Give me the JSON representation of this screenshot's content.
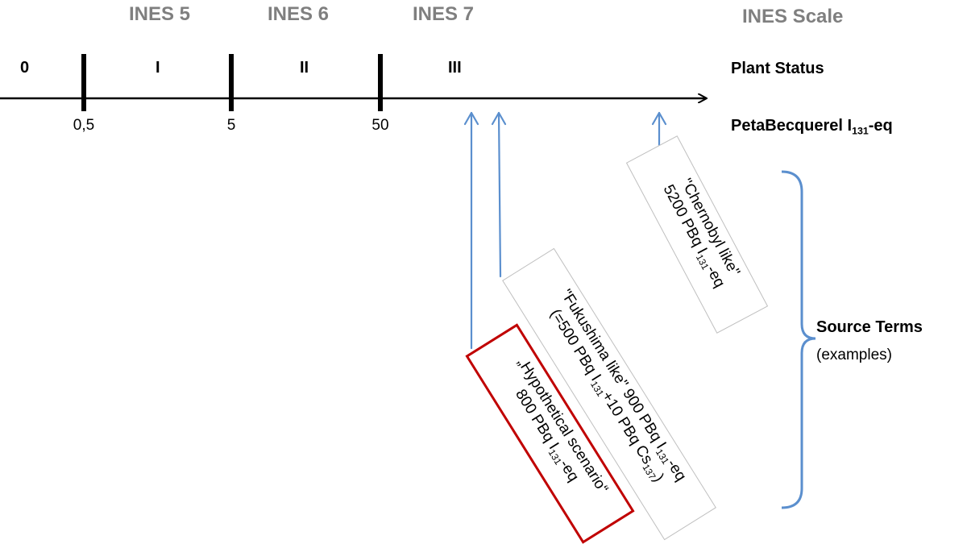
{
  "title": "INES Scale",
  "ines_levels": [
    "INES 5",
    "INES 6",
    "INES 7"
  ],
  "plant_status": {
    "label": "Plant Status",
    "values": [
      "0",
      "I",
      "II",
      "III"
    ]
  },
  "axis": {
    "label": "PetaBecquerel I",
    "label_sub": "131",
    "label_suffix": "-eq",
    "ticks": [
      "0,5",
      "5",
      "50"
    ]
  },
  "source_terms": {
    "label": "Source Terms",
    "sublabel": "(examples)",
    "items": [
      {
        "name": "chernobyl",
        "line1": "\"Chernobyl like\"",
        "line2_pre": "5200 PBq I",
        "line2_sub": "131",
        "line2_post": "-eq"
      },
      {
        "name": "fukushima",
        "line1_pre": "\"Fukushima like\" 900 PBq I",
        "line1_sub": "131",
        "line1_post": "-eq",
        "line2_pre": "(=500 PBq I",
        "line2_sub": "131",
        "line2_mid": "+10 PBq Cs",
        "line2_sub2": "137",
        "line2_post": ")"
      },
      {
        "name": "hypothetical",
        "line1": "„Hypothetical scenario“",
        "line2_pre": "800 PBq I",
        "line2_sub": "131",
        "line2_post": "-eq"
      }
    ]
  },
  "colors": {
    "axis": "#000000",
    "arrow": "#5b8fce",
    "brace": "#5b8fce",
    "ines_text": "#7f7f7f",
    "box_border": "#bfbfbf",
    "highlight_border": "#c00000"
  }
}
